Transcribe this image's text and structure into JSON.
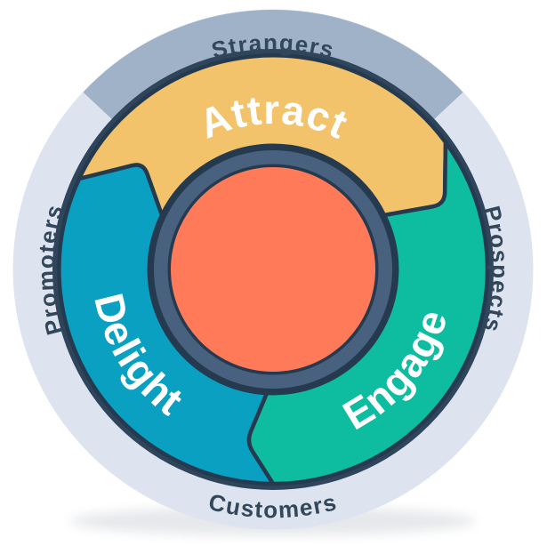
{
  "flywheel": {
    "outer_labels": {
      "top": "Strangers",
      "right": "Prospects",
      "bottom": "Customers",
      "left": "Promoters"
    },
    "segments": {
      "attract": {
        "label": "Attract",
        "color": "#f2c36a"
      },
      "engage": {
        "label": "Engage",
        "color": "#0ebda0"
      },
      "delight": {
        "label": "Delight",
        "color": "#0aa0c2"
      }
    },
    "colors": {
      "center_circle": "#ff7a59",
      "hub_ring": "#48617e",
      "wheel_border": "#2f455c",
      "segment_outline": "#263a4f",
      "outer_ring": "#dde4ef",
      "outer_band": "#9fb2c8",
      "outer_label_text": "#33475b",
      "segment_label_text": "#ffffff",
      "background": "#ffffff"
    }
  }
}
